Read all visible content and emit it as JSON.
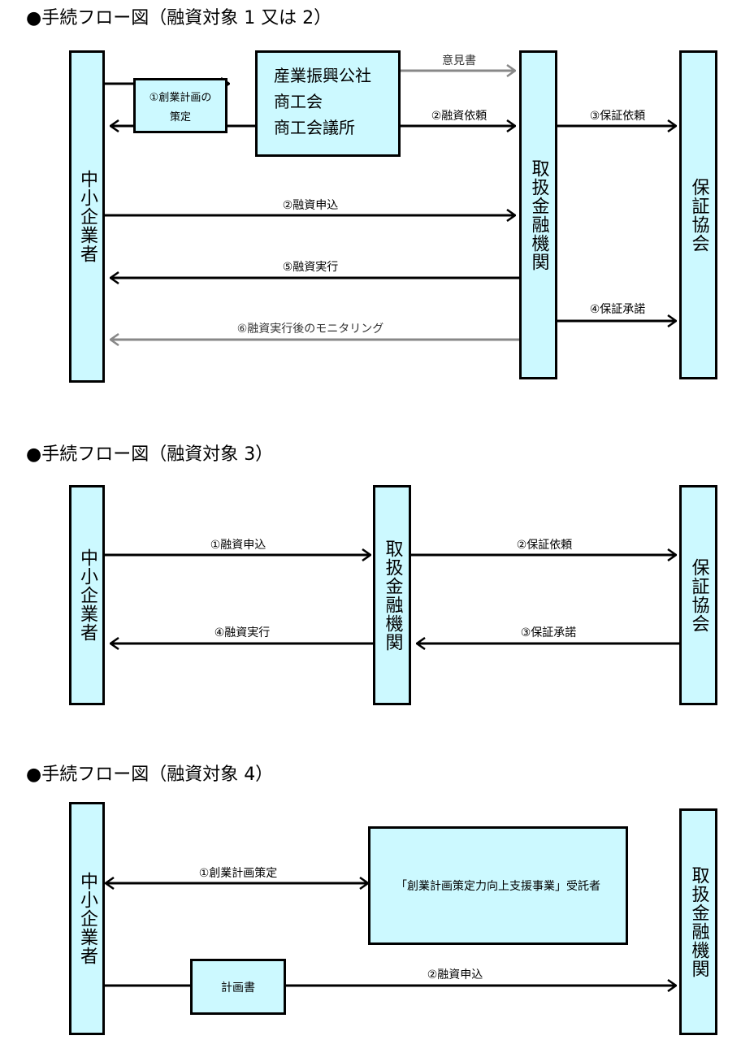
{
  "diagram1": {
    "heading": "●手続フロー図（融資対象 1 又は 2）",
    "sme": "中小企業者",
    "bank": "取扱金融機関",
    "guarantee": "保証協会",
    "plan_box": [
      "①創業計画の",
      "策定"
    ],
    "support_orgs": [
      "産業振興公社",
      "商工会",
      "商工会議所"
    ],
    "labels": {
      "opinion": "意見書",
      "loan_request": "②融資依頼",
      "guarantee_request": "③保証依頼",
      "loan_application": "②融資申込",
      "loan_execution": "⑤融資実行",
      "guarantee_approval": "④保証承諾",
      "monitoring": "⑥融資実行後のモニタリング"
    }
  },
  "diagram2": {
    "heading": "●手続フロー図（融資対象 3）",
    "sme": "中小企業者",
    "bank": "取扱金融機関",
    "guarantee": "保証協会",
    "labels": {
      "loan_application": "①融資申込",
      "guarantee_request": "②保証依頼",
      "loan_execution": "④融資実行",
      "guarantee_approval": "③保証承諾"
    }
  },
  "diagram3": {
    "heading": "●手続フロー図（融資対象 4）",
    "sme": "中小企業者",
    "bank": "取扱金融機関",
    "contractor": "「創業計画策定力向上支援事業」受託者",
    "plan_doc": "計画書",
    "labels": {
      "business_plan": "①創業計画策定",
      "loan_application": "②融資申込"
    }
  },
  "colors": {
    "box_fill": "#ccf9ff",
    "line": "#000000",
    "gray_line": "#888888"
  }
}
